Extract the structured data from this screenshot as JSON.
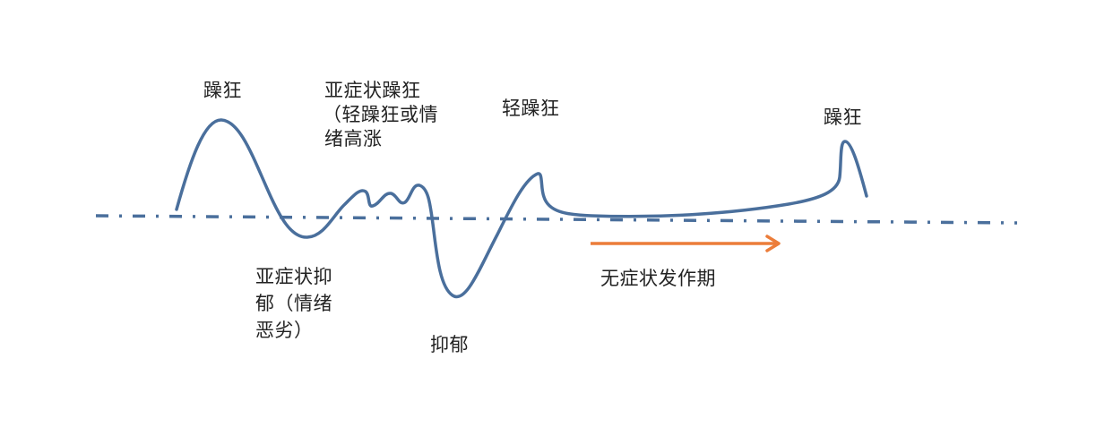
{
  "diagram": {
    "colors": {
      "curve": "#4a6f9c",
      "baseline": "#4a6f9c",
      "arrow": "#ec7d3a",
      "text": "#222222",
      "background": "#ffffff"
    },
    "labels": {
      "mania_1": {
        "lines": [
          "躁狂"
        ]
      },
      "subsyndromal_mania": {
        "lines": [
          "亚症状躁狂",
          "（轻躁狂或情",
          "绪高涨"
        ]
      },
      "hypomania": {
        "lines": [
          "轻躁狂"
        ]
      },
      "mania_2": {
        "lines": [
          "躁狂"
        ]
      },
      "subsyndromal_depression": {
        "lines": [
          "亚症状抑",
          "郁（情绪",
          "恶劣）"
        ]
      },
      "depression": {
        "lines": [
          "抑郁"
        ]
      },
      "asymptomatic_period": {
        "lines": [
          "无症状发作期"
        ]
      }
    },
    "baseline": {
      "style": "dash-dot",
      "meaning": "normal mood"
    },
    "arrow": {
      "direction": "right",
      "meaning": "asymptomatic period duration"
    },
    "mood_sequence": [
      "躁狂",
      "亚症状抑郁（情绪恶劣）",
      "亚症状躁狂（轻躁狂或情绪高涨",
      "抑郁",
      "轻躁狂",
      "无症状发作期",
      "躁狂"
    ]
  }
}
